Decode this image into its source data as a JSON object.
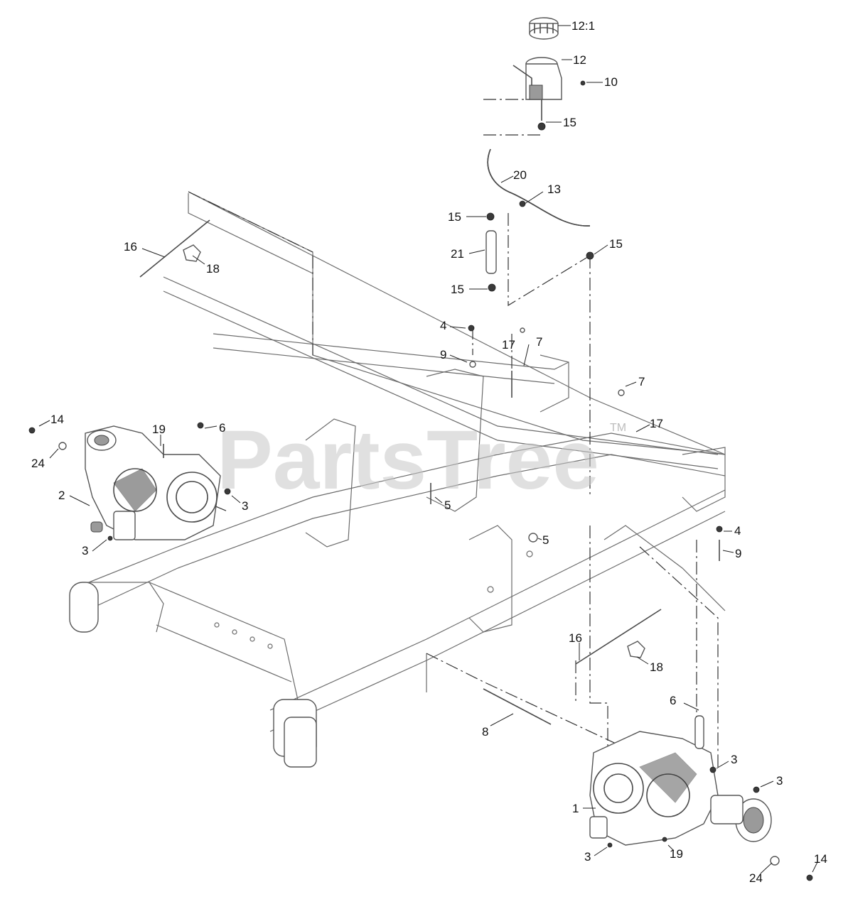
{
  "watermark": {
    "brand": "PartsTree",
    "trademark": "TM"
  },
  "callouts": [
    "12:1",
    "12",
    "10",
    "15",
    "20",
    "13",
    "15",
    "21",
    "15",
    "15",
    "16",
    "18",
    "4",
    "9",
    "17",
    "7",
    "7",
    "14",
    "24",
    "19",
    "6",
    "2",
    "3",
    "3",
    "17",
    "5",
    "5",
    "4",
    "9",
    "16",
    "18",
    "6",
    "8",
    "3",
    "3",
    "1",
    "3",
    "19",
    "24",
    "14"
  ]
}
